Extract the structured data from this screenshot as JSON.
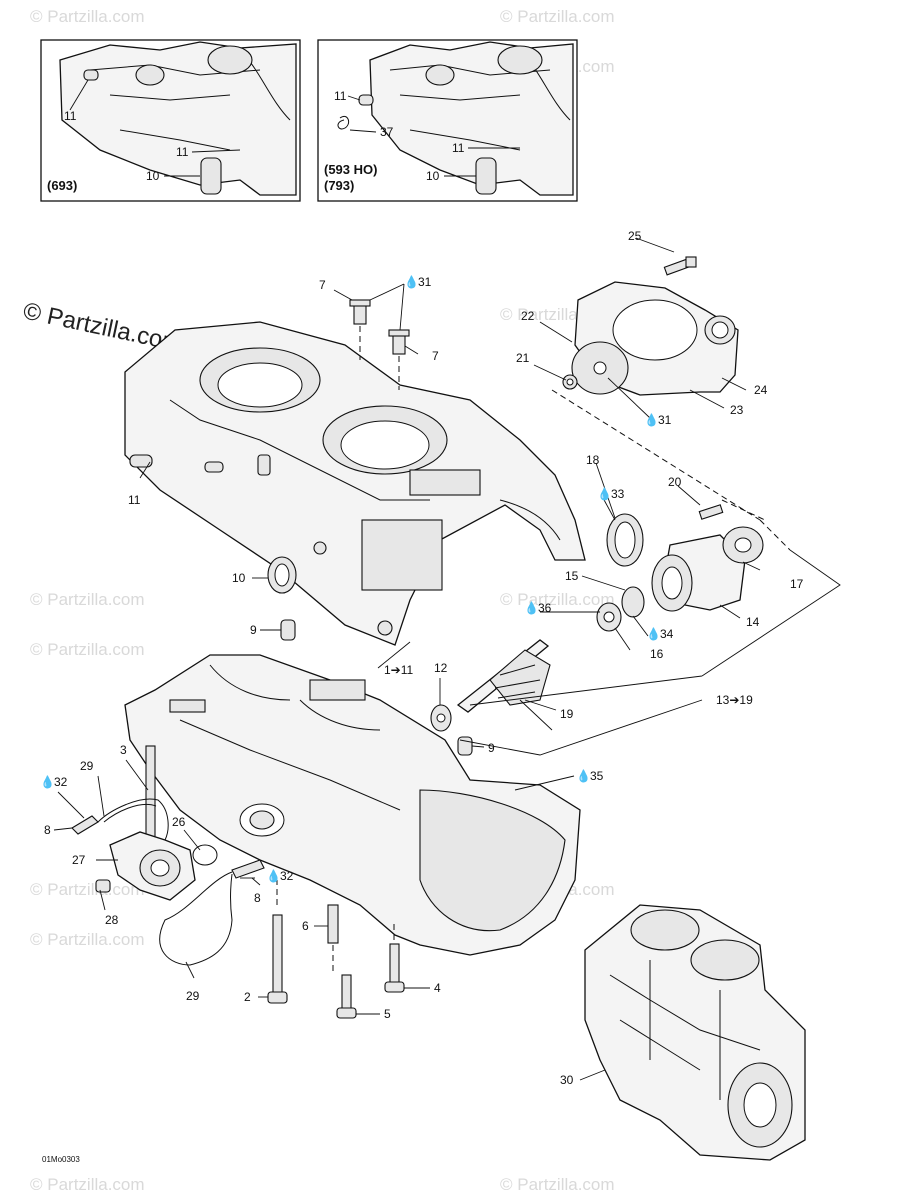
{
  "watermark": {
    "text": "© Partzilla.com",
    "main_text": "© Partzilla.com"
  },
  "insets": {
    "left": {
      "variant": "(693)",
      "labels": [
        "11",
        "11",
        "10"
      ]
    },
    "right": {
      "variant_line1": "(593 HO)",
      "variant_line2": "(793)",
      "labels": [
        "11",
        "37",
        "11",
        "10"
      ]
    }
  },
  "callouts": {
    "c1_11": "1➔11",
    "c2": "2",
    "c3": "3",
    "c4": "4",
    "c5": "5",
    "c6": "6",
    "c7a": "7",
    "c7b": "7",
    "c8a": "8",
    "c8b": "8",
    "c9a": "9",
    "c9b": "9",
    "c10": "10",
    "c11": "11",
    "c12": "12",
    "c13_19": "13➔19",
    "c14": "14",
    "c15": "15",
    "c16": "16",
    "c17": "17",
    "c18": "18",
    "c19": "19",
    "c20": "20",
    "c21": "21",
    "c22": "22",
    "c23": "23",
    "c24": "24",
    "c25": "25",
    "c26": "26",
    "c27": "27",
    "c28": "28",
    "c29a": "29",
    "c29b": "29",
    "c30": "30",
    "c31a": "31",
    "c31b": "31",
    "c32a": "32",
    "c32b": "32",
    "c33": "33",
    "c34": "34",
    "c35": "35",
    "c36": "36"
  },
  "drawing_code": "01Mo0303"
}
